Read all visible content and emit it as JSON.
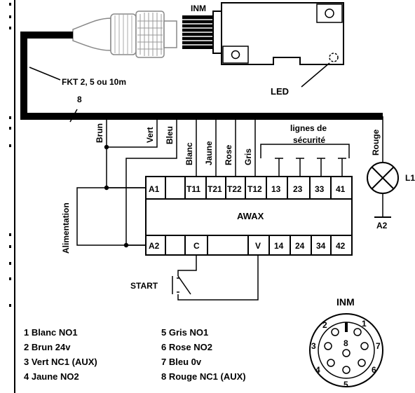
{
  "sensor": {
    "title": "INM",
    "led_label": "LED"
  },
  "cable": {
    "label": "FKT 2, 5 ou 10m",
    "conductor_count": "8"
  },
  "wires": {
    "brun": "Brun",
    "vert": "Vert",
    "bleu": "Bleu",
    "blanc": "Blanc",
    "jaune": "Jaune",
    "rose": "Rose",
    "gris": "Gris",
    "rouge": "Rouge"
  },
  "safety_lines_label": [
    "lignes de",
    "sécurité"
  ],
  "power_label": "Alimentation",
  "lamp": {
    "label": "L1",
    "terminal": "A2"
  },
  "module": {
    "name": "AWAX",
    "top_terminals": [
      "A1",
      "",
      "T11",
      "T21",
      "T22",
      "T12",
      "13",
      "23",
      "33",
      "41"
    ],
    "bottom_terminals": [
      "A2",
      "",
      "C",
      "",
      "V",
      "14",
      "24",
      "34",
      "42"
    ]
  },
  "start_label": "START",
  "legend": [
    "1 Blanc NO1",
    "2 Brun  24v",
    "3 Vert NC1 (AUX)",
    "4 Jaune NO2",
    "5 Gris  NO1",
    "6 Rose NO2",
    "7 Bleu 0v",
    "8 Rouge NC1 (AUX)"
  ],
  "connector": {
    "title": "INM",
    "pins": [
      "1",
      "2",
      "3",
      "4",
      "5",
      "6",
      "7",
      "8"
    ]
  }
}
